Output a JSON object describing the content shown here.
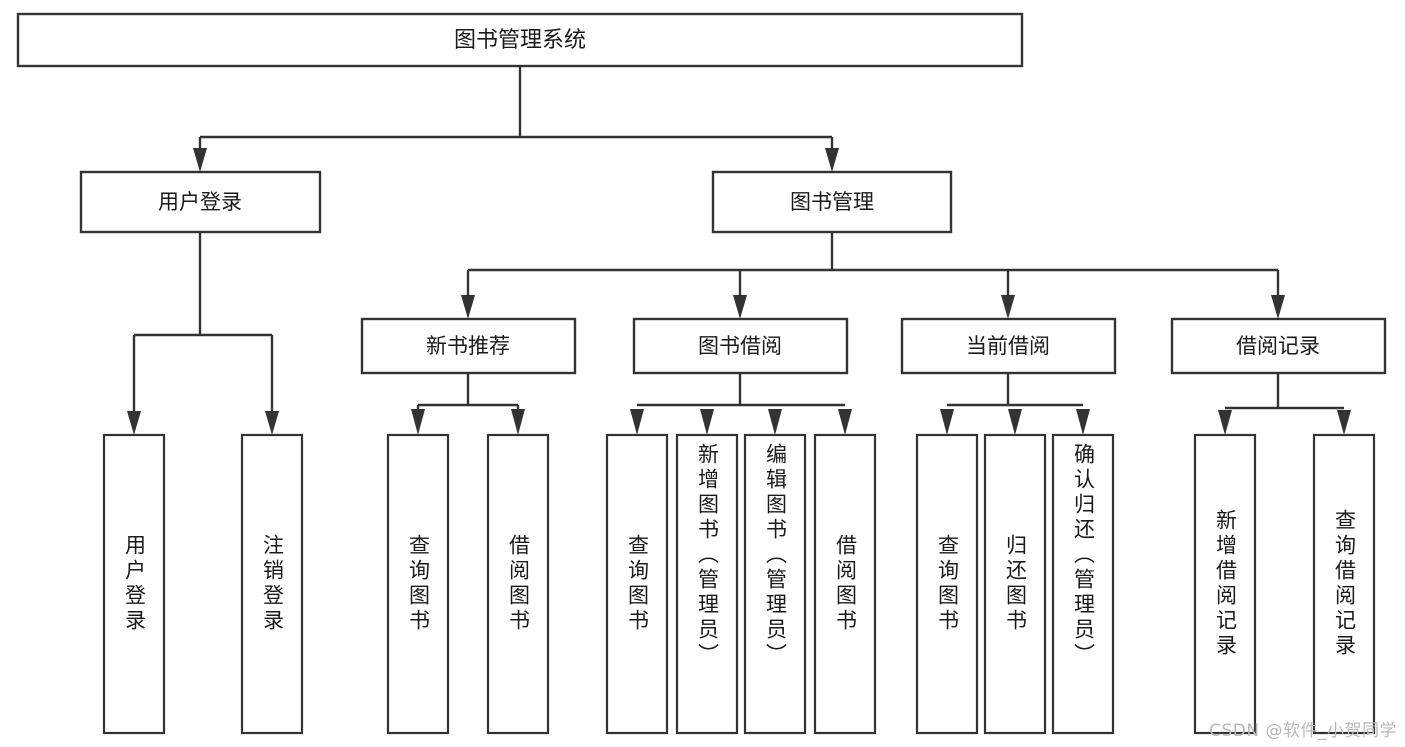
{
  "diagram": {
    "title": "图书管理系统",
    "type": "tree-hierarchy-diagram",
    "colors": {
      "box_stroke": "#333333",
      "box_fill": "#ffffff",
      "line": "#333333",
      "text": "#1a1a1a",
      "watermark": "#b9b9b9",
      "background": "#ffffff"
    },
    "root": {
      "label": "图书管理系统"
    },
    "level2": [
      {
        "label": "用户登录"
      },
      {
        "label": "图书管理"
      }
    ],
    "level3": [
      {
        "label": "新书推荐"
      },
      {
        "label": "图书借阅"
      },
      {
        "label": "当前借阅"
      },
      {
        "label": "借阅记录"
      }
    ],
    "leaves": {
      "user_login": [
        {
          "label": "用户登录"
        },
        {
          "label": "注销登录"
        }
      ],
      "new_book_recommend": [
        {
          "label": "查询图书"
        },
        {
          "label": "借阅图书"
        }
      ],
      "book_borrow": [
        {
          "label": "查询图书"
        },
        {
          "label": "新增图书（管理员）"
        },
        {
          "label": "编辑图书（管理员）"
        },
        {
          "label": "借阅图书"
        }
      ],
      "current_borrow": [
        {
          "label": "查询图书"
        },
        {
          "label": "归还图书"
        },
        {
          "label": "确认归还（管理员）"
        }
      ],
      "borrow_record": [
        {
          "label": "新增借阅记录"
        },
        {
          "label": "查询借阅记录"
        }
      ]
    }
  },
  "watermark": {
    "text": "CSDN @软件_小贺同学"
  }
}
